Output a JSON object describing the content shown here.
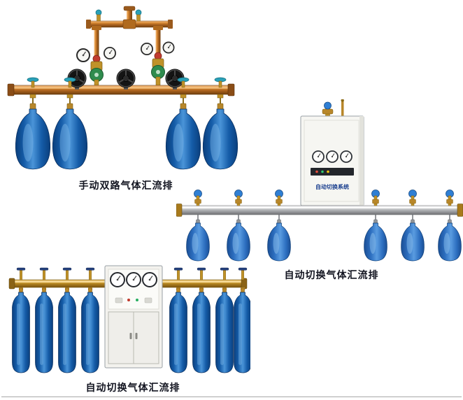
{
  "page": {
    "background_color": "#ffffff"
  },
  "colors": {
    "copper_pipe": "#b06a1e",
    "brass_fitting": "#c09229",
    "gold_pipe": "#d9a93e",
    "aluminum_manifold": "#aeb0b3",
    "cylinder_blue": "#2d6fc0",
    "cylinder_blue_dark": "#0a3f7d",
    "cabinet_body": "#f6f6f2",
    "valve_handle_teal": "#2aa0b8",
    "valve_handle_blue": "#2f7fd4",
    "handwheel_black": "#141414",
    "caption_text": "#121420"
  },
  "products": [
    {
      "caption": "手动双路气体汇流排",
      "cylinders": 4,
      "gauges": 4,
      "handwheels": 3
    },
    {
      "caption": "自动切换气体汇流排",
      "cabinet_label": "自动切换系统",
      "cylinders": 6,
      "gauges": 3
    },
    {
      "caption": "自动切换气体汇流排",
      "cylinders": 8,
      "gauges": 3
    }
  ]
}
